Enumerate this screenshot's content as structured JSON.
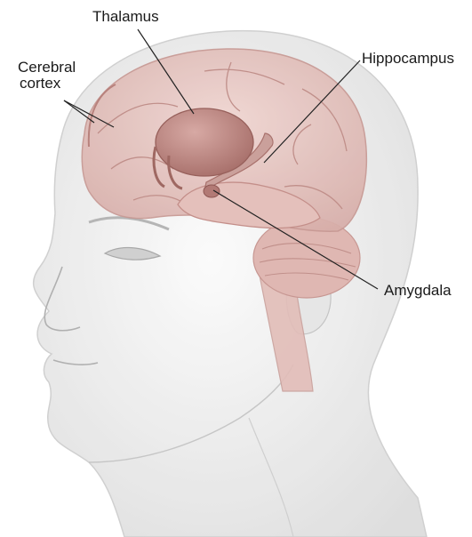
{
  "labels": {
    "thalamus": "Thalamus",
    "cerebral_line1": "Cerebral",
    "cerebral_line2": "cortex",
    "hippocampus": "Hippocampus",
    "amygdala": "Amygdala"
  },
  "colors": {
    "skin_light": "#f4f4f4",
    "skin_shade": "#d6d6d6",
    "brain_fill": "#e8c9c5",
    "brain_fold": "#c99a95",
    "thalamus": "#bd8883",
    "leader_line": "#222222"
  }
}
